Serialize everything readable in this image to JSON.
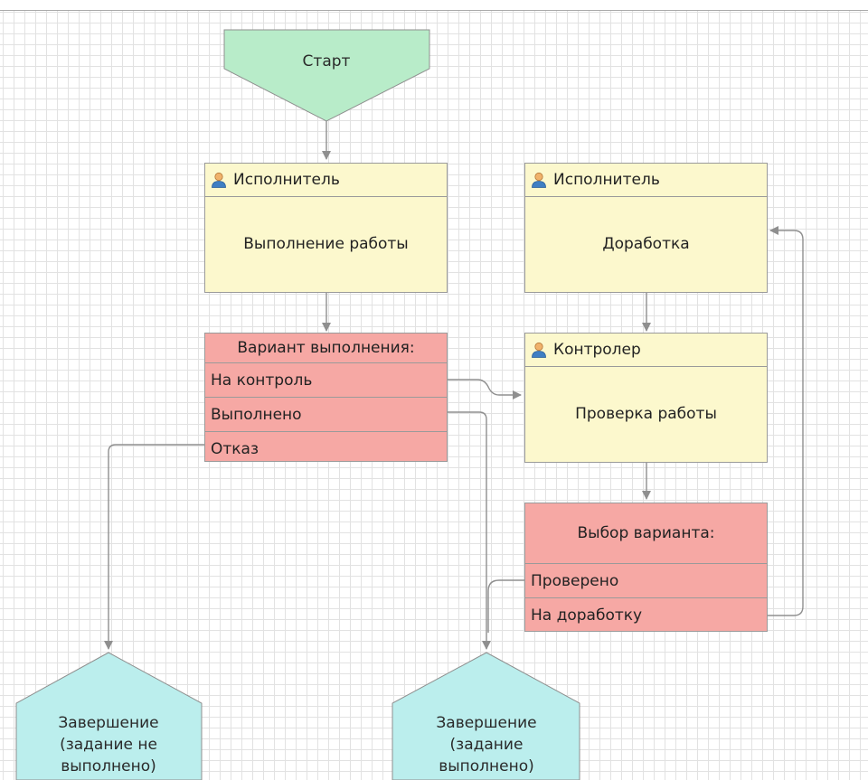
{
  "start": {
    "label": "Старт"
  },
  "tasks": [
    {
      "role": "Исполнитель",
      "name": "Выполнение работы"
    },
    {
      "role": "Исполнитель",
      "name": "Доработка"
    },
    {
      "role": "Контролер",
      "name": "Проверка работы"
    }
  ],
  "switches": [
    {
      "title": "Вариант выполнения:",
      "options": [
        "На контроль",
        "Выполнено",
        "Отказ"
      ]
    },
    {
      "title": "Выбор варианта:",
      "options": [
        "Проверено",
        "На доработку"
      ]
    }
  ],
  "finishes": [
    {
      "label": "Завершение (задание не выполнено)"
    },
    {
      "label": "Завершение (задание выполнено)"
    }
  ],
  "colors": {
    "start": "#b8ecc9",
    "task": "#fcf8cd",
    "switch": "#f6a8a4",
    "finish": "#bbeeed",
    "connector": "#8f8f8f",
    "user_icon": "#3f7fc3"
  }
}
